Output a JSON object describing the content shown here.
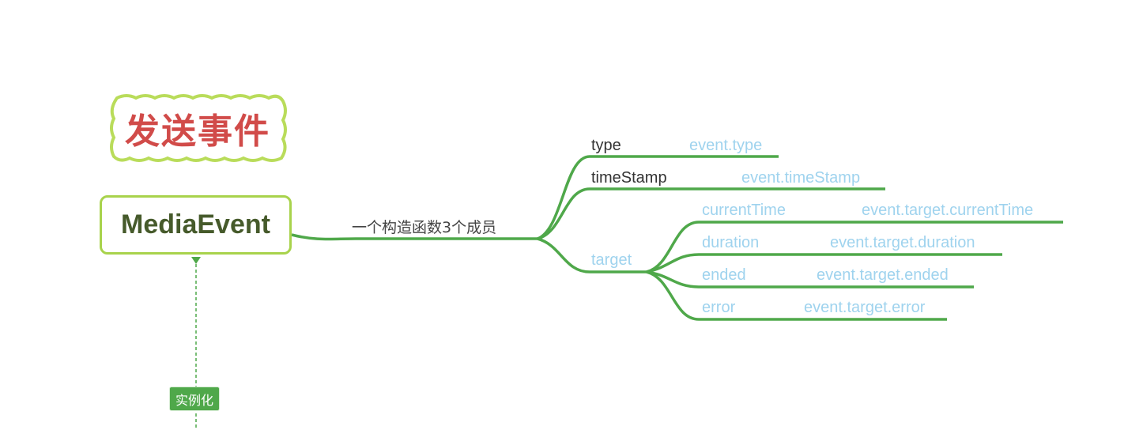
{
  "title": "发送事件",
  "root": "MediaEvent",
  "branch_label": "一个构造函数3个成员",
  "children": [
    {
      "label": "type",
      "note": "event.type"
    },
    {
      "label": "timeStamp",
      "note": "event.timeStamp"
    },
    {
      "label": "target",
      "note": ""
    }
  ],
  "target_children": [
    {
      "label": "currentTime",
      "note": "event.target.currentTime"
    },
    {
      "label": "duration",
      "note": "event.target.duration"
    },
    {
      "label": "ended",
      "note": "event.target.ended"
    },
    {
      "label": "error",
      "note": "event.target.error"
    }
  ],
  "instance_label": "实例化",
  "colors": {
    "branch": "#4fa84a",
    "title": "#d14b49",
    "title_border": "#b9dc5a",
    "root_border": "#a8d34c",
    "note": "#9fd3ee"
  }
}
